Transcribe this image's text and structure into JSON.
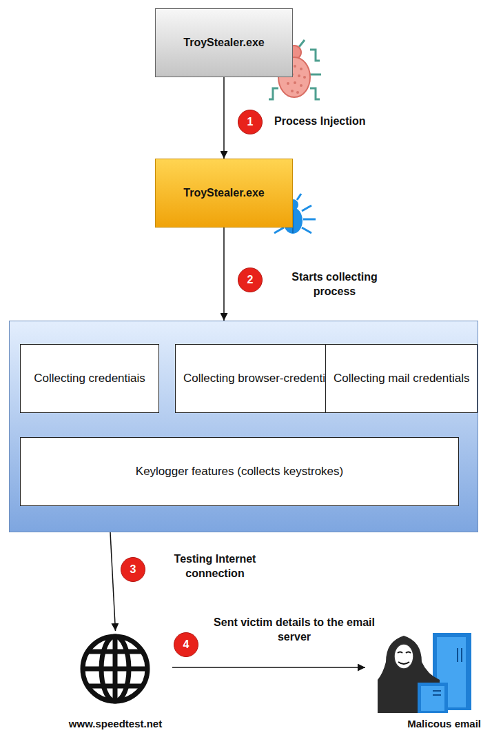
{
  "diagram": {
    "nodes": [
      {
        "text": [
          "TroyStealer.exe"
        ]
      },
      {
        "text": [
          "TroyStealer.exe"
        ]
      },
      {
        "text": []
      },
      {
        "text": [
          "Collecting credentiais"
        ],
        "in": 2
      },
      {
        "text": [
          "Collecting browser-credentials"
        ],
        "in": 2
      },
      {
        "text": [
          "Collecting mail credentials"
        ],
        "in": 2
      },
      {
        "text": [
          "Keylogger features (collects keystrokes)"
        ],
        "in": 2
      },
      {
        "text": [
          "www.speedtest.net"
        ]
      },
      {
        "text": [
          "Malicous email"
        ]
      }
    ],
    "edges": [
      {
        "from": 0,
        "to": 1,
        "arrow": "to",
        "label": "Process Injection"
      },
      {
        "from": 1,
        "to": 2,
        "arrow": "to",
        "label": "Starts collecting process"
      },
      {
        "from": 2,
        "to": 7,
        "arrow": "to",
        "label": "Testing Internet connection"
      },
      {
        "from": 7,
        "to": 8,
        "arrow": "to",
        "label": "Sent victim details to the email server"
      }
    ],
    "labels": [
      "1",
      "2",
      "3",
      "4"
    ]
  }
}
